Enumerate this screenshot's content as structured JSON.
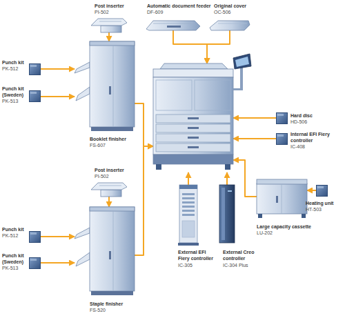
{
  "diagram": {
    "nodes": [
      {
        "text": [
          "Post inserter",
          "PI-502"
        ]
      },
      {
        "text": [
          "Automatic document feeder",
          "DF-609"
        ]
      },
      {
        "text": [
          "Original cover",
          "OC-506"
        ]
      },
      {
        "text": [
          "Punch kit",
          "PK-512"
        ]
      },
      {
        "text": [
          "Punch kit (Sweden)",
          "PK-513"
        ]
      },
      {
        "text": [
          "Booklet finisher",
          "FS-607"
        ]
      },
      {
        "text": []
      },
      {
        "text": [
          "Hard disc",
          "HD-506"
        ]
      },
      {
        "text": [
          "Internal EFI Fiery controller",
          "IC-408"
        ]
      },
      {
        "text": [
          "Post inserter",
          "PI-502"
        ]
      },
      {
        "text": [
          "Punch kit",
          "PK-512"
        ]
      },
      {
        "text": [
          "Punch kit (Sweden)",
          "PK-513"
        ]
      },
      {
        "text": [
          "Staple finisher",
          "FS-520"
        ]
      },
      {
        "text": [
          "External EFI Fiery controller",
          "IC-305"
        ]
      },
      {
        "text": [
          "External Creo controller",
          "IC-304 Plus"
        ]
      },
      {
        "text": [
          "Large capacity cassette",
          "LU-202"
        ]
      },
      {
        "text": [
          "Heating unit",
          "HT-503"
        ]
      }
    ],
    "edges": [
      {
        "from": 0,
        "to": 5,
        "arrow": "to"
      },
      {
        "from": 1,
        "to": 6,
        "arrow": "to"
      },
      {
        "from": 2,
        "to": 6,
        "arrow": "to"
      },
      {
        "from": 3,
        "to": 5,
        "arrow": "to"
      },
      {
        "from": 4,
        "to": 5,
        "arrow": "to"
      },
      {
        "from": 5,
        "to": 6,
        "arrow": "to"
      },
      {
        "from": 7,
        "to": 6,
        "arrow": "to"
      },
      {
        "from": 8,
        "to": 6,
        "arrow": "to"
      },
      {
        "from": 9,
        "to": 12,
        "arrow": "to"
      },
      {
        "from": 10,
        "to": 12,
        "arrow": "to"
      },
      {
        "from": 11,
        "to": 12,
        "arrow": "to"
      },
      {
        "from": 12,
        "to": 6,
        "arrow": "to"
      },
      {
        "from": 13,
        "to": 6,
        "arrow": "to"
      },
      {
        "from": 14,
        "to": 6,
        "arrow": "to"
      },
      {
        "from": 15,
        "to": 6,
        "arrow": "to"
      },
      {
        "from": 16,
        "to": 15,
        "arrow": "to"
      }
    ]
  }
}
